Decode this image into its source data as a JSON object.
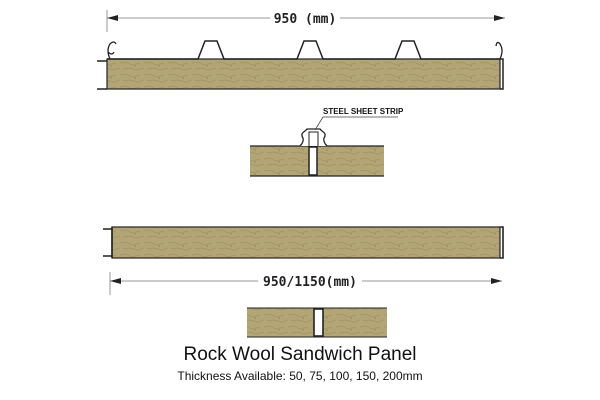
{
  "top_dimension": "950 (mm)",
  "callout_label": "STEEL SHEET STRIP",
  "bottom_dimension": "950/1150(mm)",
  "title": "Rock Wool Sandwich Panel",
  "subtitle": "Thickness Available: 50, 75, 100, 150, 200mm",
  "colors": {
    "wool": "#b3a676",
    "wool_dark": "#9a8c5c",
    "line": "#222222",
    "dim_line": "#999999"
  }
}
